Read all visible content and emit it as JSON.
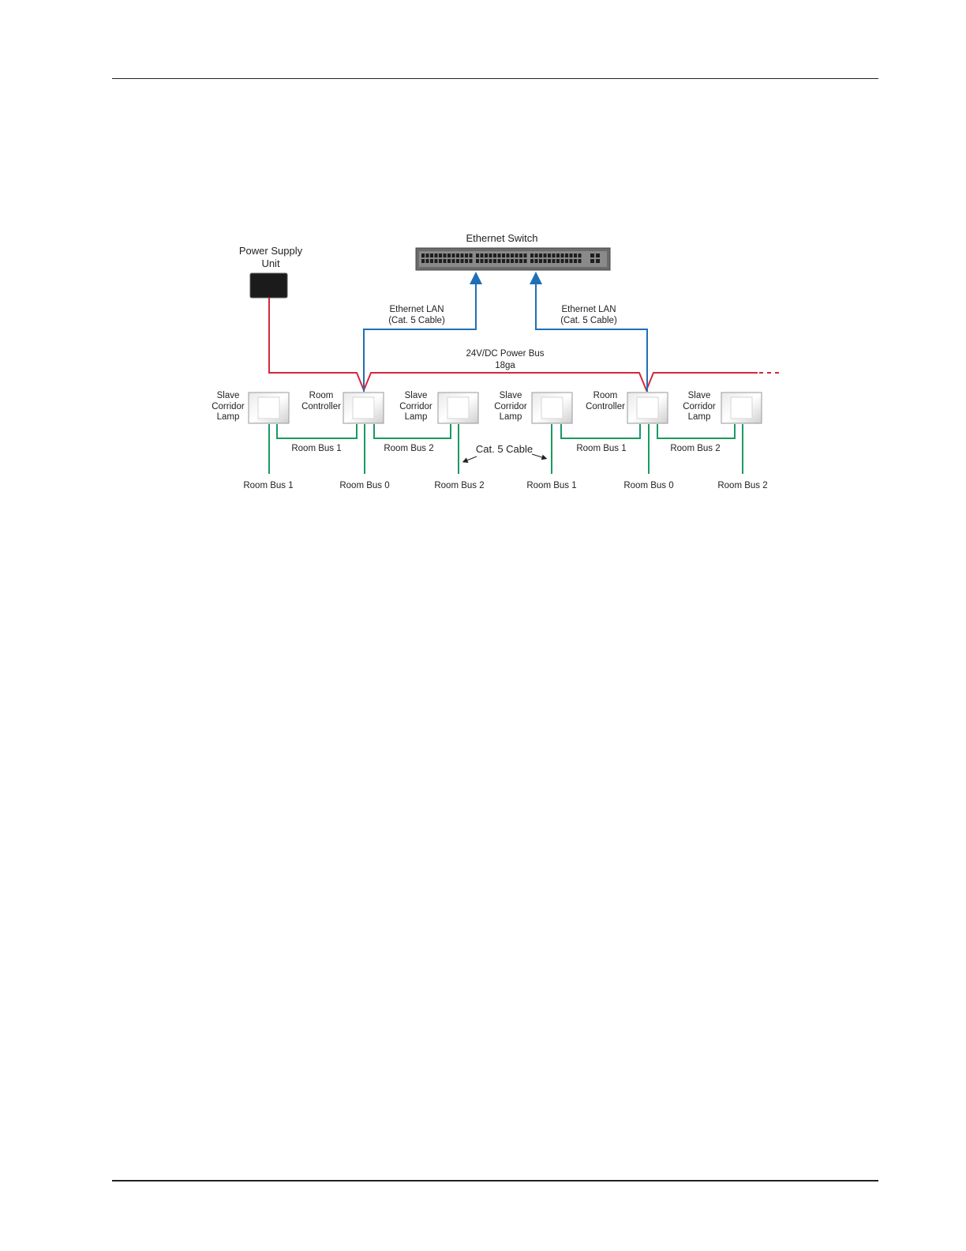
{
  "diagram": {
    "switch": {
      "label": "Ethernet Switch"
    },
    "power_supply": {
      "line1": "Power Supply",
      "line2": "Unit"
    },
    "lan_left": {
      "line1": "Ethernet LAN",
      "line2": "(Cat. 5 Cable)"
    },
    "lan_right": {
      "line1": "Ethernet LAN",
      "line2": "(Cat. 5 Cable)"
    },
    "power_bus": {
      "line1": "24V/DC Power Bus",
      "line2": "18ga"
    },
    "cat5": {
      "label": "Cat. 5 Cable"
    },
    "devices": {
      "slave1": {
        "line1": "Slave",
        "line2": "Corridor",
        "line3": "Lamp"
      },
      "rc1": {
        "line1": "Room",
        "line2": "Controller"
      },
      "slave2": {
        "line1": "Slave",
        "line2": "Corridor",
        "line3": "Lamp"
      },
      "slave3": {
        "line1": "Slave",
        "line2": "Corridor",
        "line3": "Lamp"
      },
      "rc2": {
        "line1": "Room",
        "line2": "Controller"
      },
      "slave4": {
        "line1": "Slave",
        "line2": "Corridor",
        "line3": "Lamp"
      }
    },
    "links": {
      "l1": "Room Bus 1",
      "l2": "Room Bus 2",
      "l3": "Room Bus 1",
      "l4": "Room Bus 2"
    },
    "bottom_labels": {
      "b1": "Room Bus 1",
      "b2": "Room Bus 0",
      "b3": "Room Bus 2",
      "b4": "Room Bus 1",
      "b5": "Room Bus 0",
      "b6": "Room Bus 2"
    },
    "colors": {
      "power": "#d7263d",
      "ethernet": "#1f6fb5",
      "room_bus": "#1a9a62"
    }
  }
}
